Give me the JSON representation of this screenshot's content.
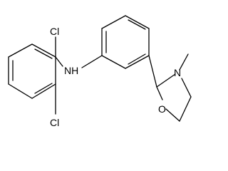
{
  "molecule": {
    "atoms": {
      "cl_top": "Cl",
      "cl_bottom": "Cl",
      "amine": "NH",
      "oxygen": "O",
      "nitrogen_ring": "N",
      "methyl": "CH3"
    }
  }
}
